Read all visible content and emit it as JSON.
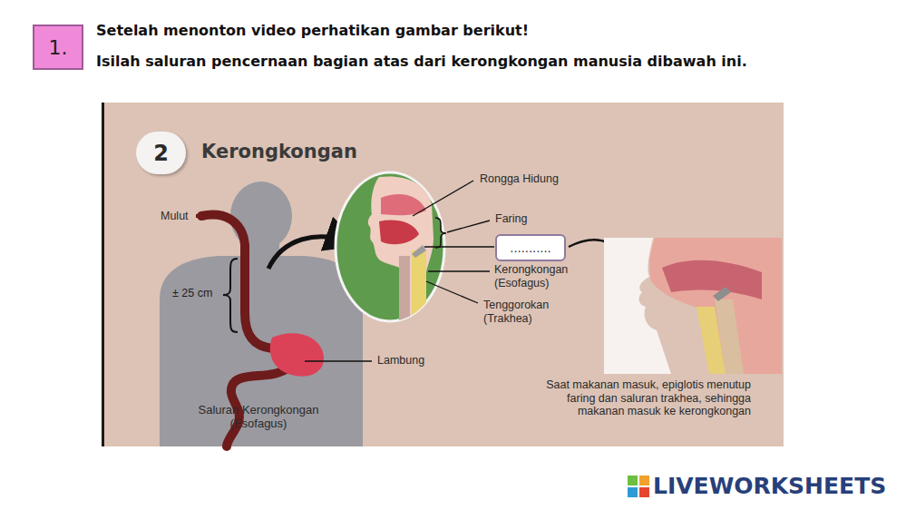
{
  "diagram": {
    "nodes": [
      {
        "text": [
          "1."
        ]
      },
      {
        "text": [
          "2",
          "Kerongkongan"
        ]
      },
      {
        "text": [
          "..........."
        ]
      }
    ],
    "labels": [
      "Setelah menonton video perhatikan gambar berikut!",
      "Isilah saluran pencernaan bagian atas dari kerongkongan manusia dibawah ini.",
      "Mulut",
      "± 25 cm",
      "Lambung",
      "Saluran Kerongkongan (Esofagus)",
      "Rongga Hidung",
      "Faring",
      "Kerongkongan (Esofagus)",
      "Tenggorokan (Trakhea)",
      "Saat makanan masuk, epiglotis menutup faring dan saluran trakhea, sehingga makanan masuk ke kerongkongan",
      "LIVEWORKSHEETS"
    ]
  }
}
